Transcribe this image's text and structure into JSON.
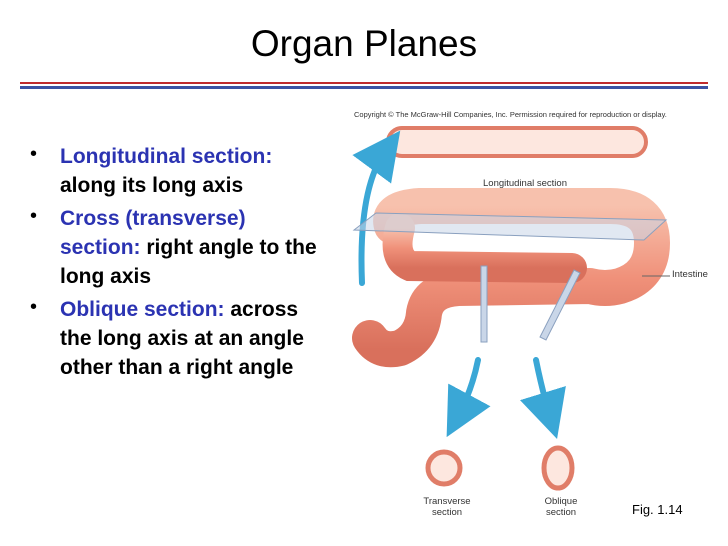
{
  "slide": {
    "title": "Organ Planes",
    "bullets": [
      {
        "term": "Longitudinal section:",
        "text": "along its long axis"
      },
      {
        "term": "Cross (transverse) section:",
        "text": "right angle to the long axis"
      },
      {
        "term": "Oblique section:",
        "text": "across the long axis at an angle other than a right angle"
      }
    ],
    "bullet_glyph": "•",
    "figure_number": "Fig. 1.14"
  },
  "figure": {
    "copyright": "Copyright © The McGraw-Hill Companies, Inc. Permission required for reproduction or display.",
    "labels": {
      "longitudinal": "Longitudinal section",
      "intestine": "Intestine",
      "transverse_1": "Transverse",
      "transverse_2": "section",
      "oblique_1": "Oblique",
      "oblique_2": "section"
    }
  },
  "colors": {
    "accent_blue": "#2b33b2",
    "rule_red": "#c02b2b",
    "rule_blue": "#3b52a3",
    "intestine": "#f2a08a",
    "arrow": "#3aa7d6"
  }
}
